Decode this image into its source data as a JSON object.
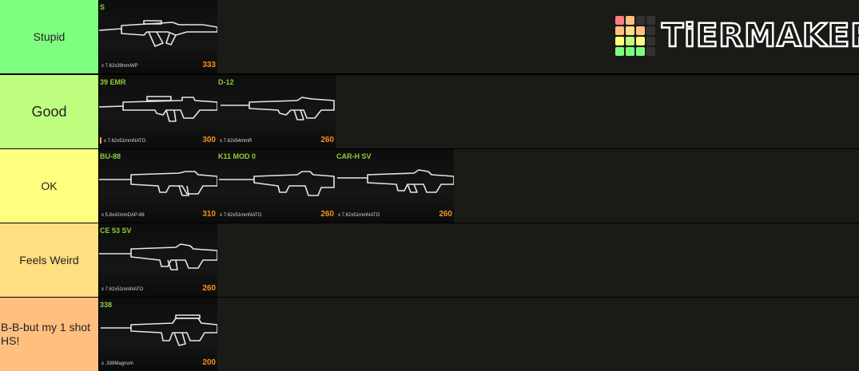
{
  "logo": {
    "text": "TiERMAKER",
    "grid_colors": [
      "#ff7f7f",
      "#ffbf7f",
      "#333333",
      "#333333",
      "#ffbf7f",
      "#ffdf7f",
      "#ffbf7f",
      "#333333",
      "#ffff7f",
      "#bfff7f",
      "#ffff7f",
      "#333333",
      "#7fff7f",
      "#7fff7f",
      "#7fff7f",
      "#333333"
    ]
  },
  "tiers": [
    {
      "label": "Stupid",
      "color": "#7fff7f",
      "items": [
        {
          "name": "S",
          "ammo": "x 7.62x39mmWP",
          "damage": "333",
          "icon": "assault-rifle-icon"
        }
      ]
    },
    {
      "label": "Good",
      "color": "#bfff7f",
      "items": [
        {
          "name": "39 EMR",
          "ammo": "x 7.62x51mmNATO",
          "damage": "300",
          "icon": "marksman-rifle-icon"
        },
        {
          "name": "D-12",
          "ammo": "x 7.62x54mmR",
          "damage": "260",
          "icon": "dmr-rifle-icon"
        }
      ]
    },
    {
      "label": "OK",
      "color": "#ffff7f",
      "items": [
        {
          "name": "BU-88",
          "ammo": "x 5.8x42mmDAP-88",
          "damage": "310",
          "icon": "bullpup-rifle-icon"
        },
        {
          "name": "K11 MOD 0",
          "ammo": "x 7.62x51mmNATO",
          "damage": "260",
          "icon": "semi-auto-rifle-icon"
        },
        {
          "name": "CAR-H SV",
          "ammo": "x 7.62x51mmNATO",
          "damage": "260",
          "icon": "battle-rifle-icon"
        }
      ]
    },
    {
      "label": "Feels Weird",
      "color": "#ffdf7f",
      "items": [
        {
          "name": "CE 53 SV",
          "ammo": "x 7.62x51mmNATO",
          "damage": "260",
          "icon": "scar-rifle-icon"
        }
      ]
    },
    {
      "label": "B-B-but my 1 shot HS!",
      "color": "#ffbf7f",
      "items": [
        {
          "name": "338",
          "ammo": "x .338Magnum",
          "damage": "200",
          "icon": "sniper-rifle-icon"
        }
      ]
    }
  ]
}
